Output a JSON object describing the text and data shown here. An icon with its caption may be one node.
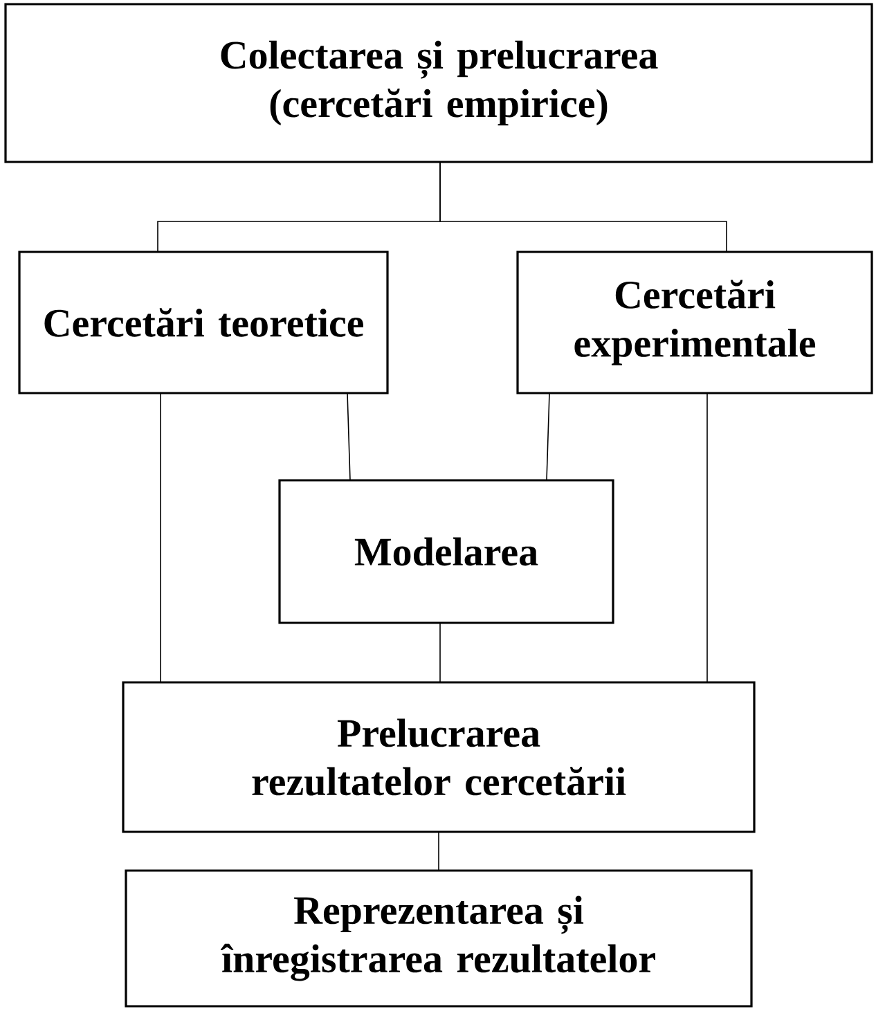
{
  "diagram": {
    "nodes": [
      {
        "text": [
          "Colectarea și prelucrarea (cercetări empirice)"
        ]
      },
      {
        "text": [
          "Cercetări teoretice"
        ]
      },
      {
        "text": [
          "Cercetări experimentale"
        ]
      },
      {
        "text": [
          "Modelarea"
        ]
      },
      {
        "text": [
          "Prelucrarea rezultatelor cercetării"
        ]
      },
      {
        "text": [
          "Reprezentarea și înregistrarea rezultatelor"
        ]
      }
    ],
    "edges": [
      {
        "from": 0,
        "to": 1,
        "arrow": "none"
      },
      {
        "from": 0,
        "to": 2,
        "arrow": "none"
      },
      {
        "from": 1,
        "to": 3,
        "arrow": "none"
      },
      {
        "from": 2,
        "to": 3,
        "arrow": "none"
      },
      {
        "from": 1,
        "to": 4,
        "arrow": "none"
      },
      {
        "from": 2,
        "to": 4,
        "arrow": "none"
      },
      {
        "from": 3,
        "to": 4,
        "arrow": "none"
      },
      {
        "from": 4,
        "to": 5,
        "arrow": "none"
      }
    ]
  }
}
